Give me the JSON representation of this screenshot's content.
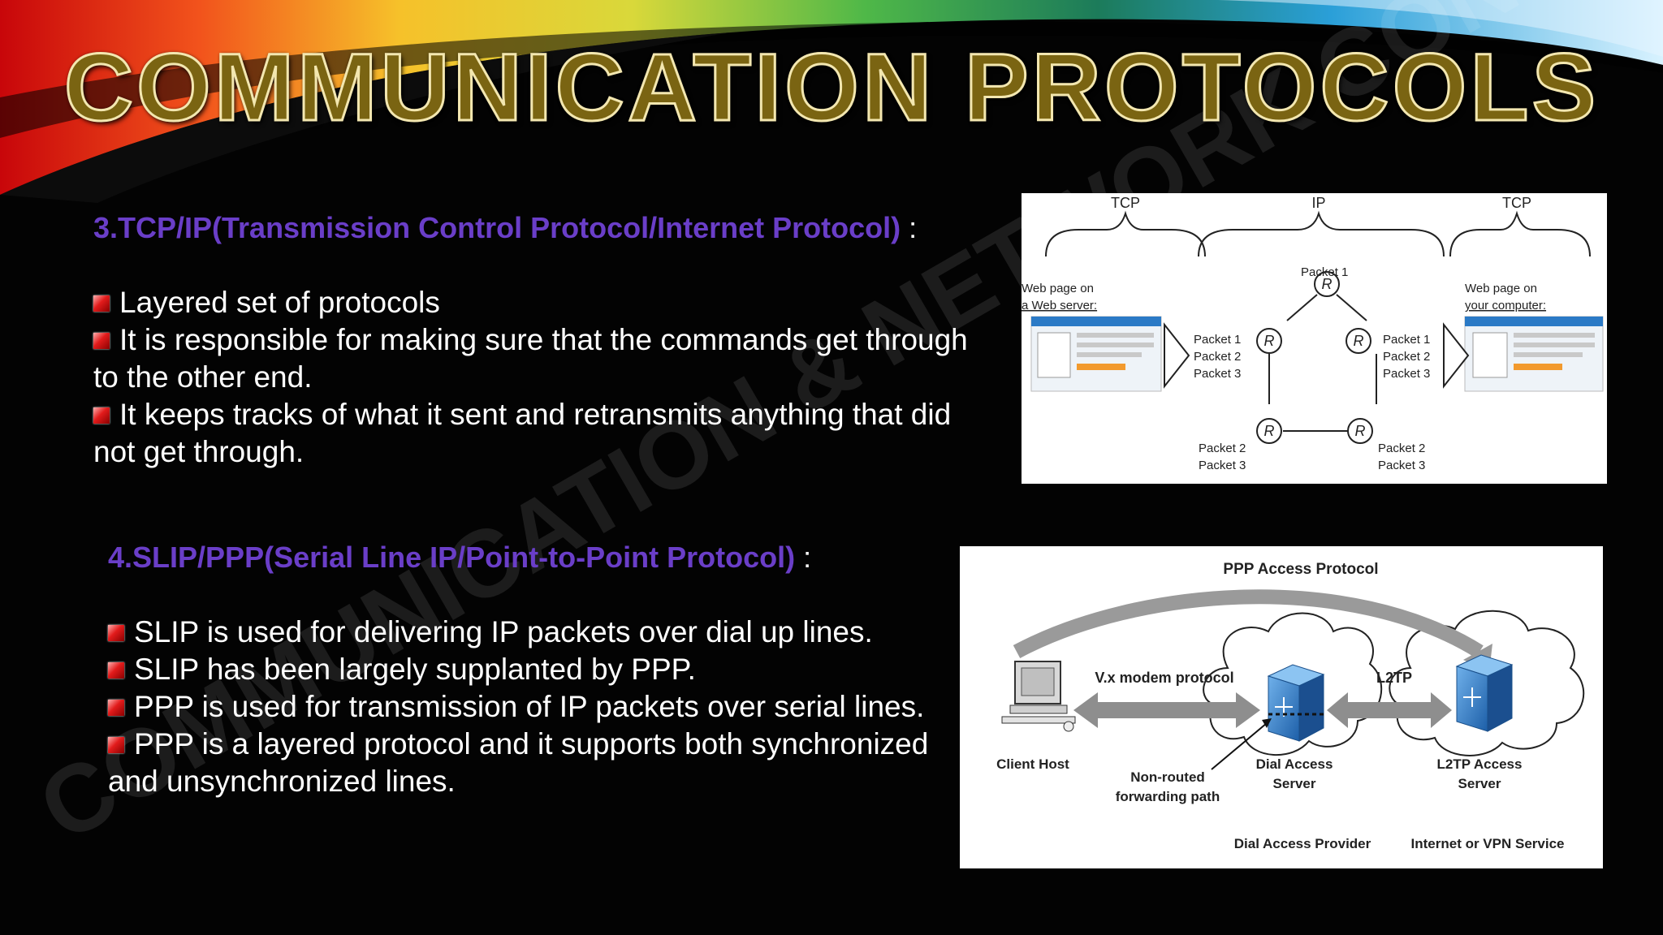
{
  "slide": {
    "title": "COMMUNICATION PROTOCOLS",
    "watermark": "COMMUNICATION & NETWORK CONCEPTS"
  },
  "section1": {
    "heading": "3.TCP/IP(Transmission Control Protocol/Internet Protocol)",
    "heading_suffix": " :",
    "bullets": [
      {
        "first": "Layered set of protocols",
        "cont": ""
      },
      {
        "first": "It is responsible for making sure that the commands get through",
        "cont": "to the other end."
      },
      {
        "first": "It keeps tracks of what it sent and retransmits anything that did",
        "cont": "not get through."
      }
    ]
  },
  "section2": {
    "heading": "4.SLIP/PPP(Serial Line IP/Point-to-Point Protocol)",
    "heading_suffix": " :",
    "bullets": [
      {
        "first": "SLIP is used for delivering IP packets over dial up lines.",
        "cont": ""
      },
      {
        "first": "SLIP has been largely supplanted by PPP.",
        "cont": ""
      },
      {
        "first": "PPP is used for transmission of IP packets over serial lines.",
        "cont": ""
      },
      {
        "first": "PPP is a layered protocol and it supports both synchronized",
        "cont": "and unsynchronized lines."
      }
    ]
  },
  "figure1": {
    "tcp_left": "TCP",
    "ip": "IP",
    "tcp_right": "TCP",
    "server_label_1": "Web page on",
    "server_label_2": "a Web server:",
    "computer_label_1": "Web page on",
    "computer_label_2": "your computer:",
    "router": "R",
    "top_packet": "Packet 1",
    "left_packets": [
      "Packet 1",
      "Packet 2",
      "Packet 3"
    ],
    "right_packets": [
      "Packet 1",
      "Packet 2",
      "Packet 3"
    ],
    "bottom_left_packets": [
      "Packet 2",
      "Packet 3"
    ],
    "bottom_right_packets": [
      "Packet 2",
      "Packet 3"
    ]
  },
  "figure2": {
    "top_label": "PPP Access Protocol",
    "modem_label": "V.x modem protocol",
    "l2tp_label": "L2TP",
    "client_label": "Client Host",
    "nonrouted_1": "Non-routed",
    "nonrouted_2": "forwarding path",
    "dial_server_1": "Dial Access",
    "dial_server_2": "Server",
    "l2tp_server_1": "L2TP Access",
    "l2tp_server_2": "Server",
    "provider_label": "Dial Access Provider",
    "service_label": "Internet or VPN Service"
  },
  "colors": {
    "heading": "#6a3ec8",
    "title_fill": "#7a6412",
    "title_outline": "#f3e7b0",
    "bullet": "#e21b1b",
    "background": "#030303"
  }
}
